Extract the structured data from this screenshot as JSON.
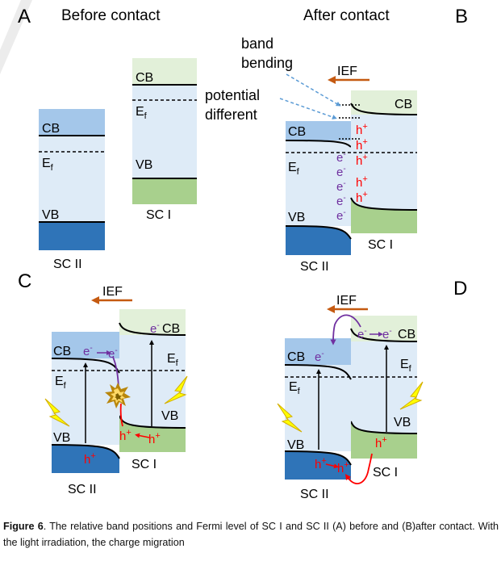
{
  "panels": {
    "A": {
      "letter": "A",
      "title": "Before contact"
    },
    "B": {
      "letter": "B",
      "title": "After contact"
    },
    "C": {
      "letter": "C"
    },
    "D": {
      "letter": "D"
    }
  },
  "labels": {
    "cb": "CB",
    "vb": "VB",
    "ef_main": "E",
    "ef_sub": "f",
    "sc1": "SC I",
    "sc2": "SC II",
    "ief": "IEF",
    "hole": "h",
    "electron": "e",
    "plus": "+",
    "minus": "-"
  },
  "annotations": {
    "band_bending_line1": "band",
    "band_bending_line2": "bending",
    "potential_line1": "potential",
    "potential_line2": "different"
  },
  "caption": {
    "bold": "Figure 6",
    "text": ". The relative band positions and Fermi level of SC I and SC II (A) before and (B)after contact. With the light irradiation, the charge migration"
  },
  "colors": {
    "cb_sc2": "#a4c7ea",
    "body_blue": "#deebf7",
    "vb_sc2": "#2f74b8",
    "cb_sc1": "#e2f0d9",
    "vb_sc1": "#a8d08d",
    "hole_red": "#ff0000",
    "electron_purple": "#7030a0",
    "ief_orange": "#c55a11",
    "callout_blue": "#5b9bd5"
  }
}
